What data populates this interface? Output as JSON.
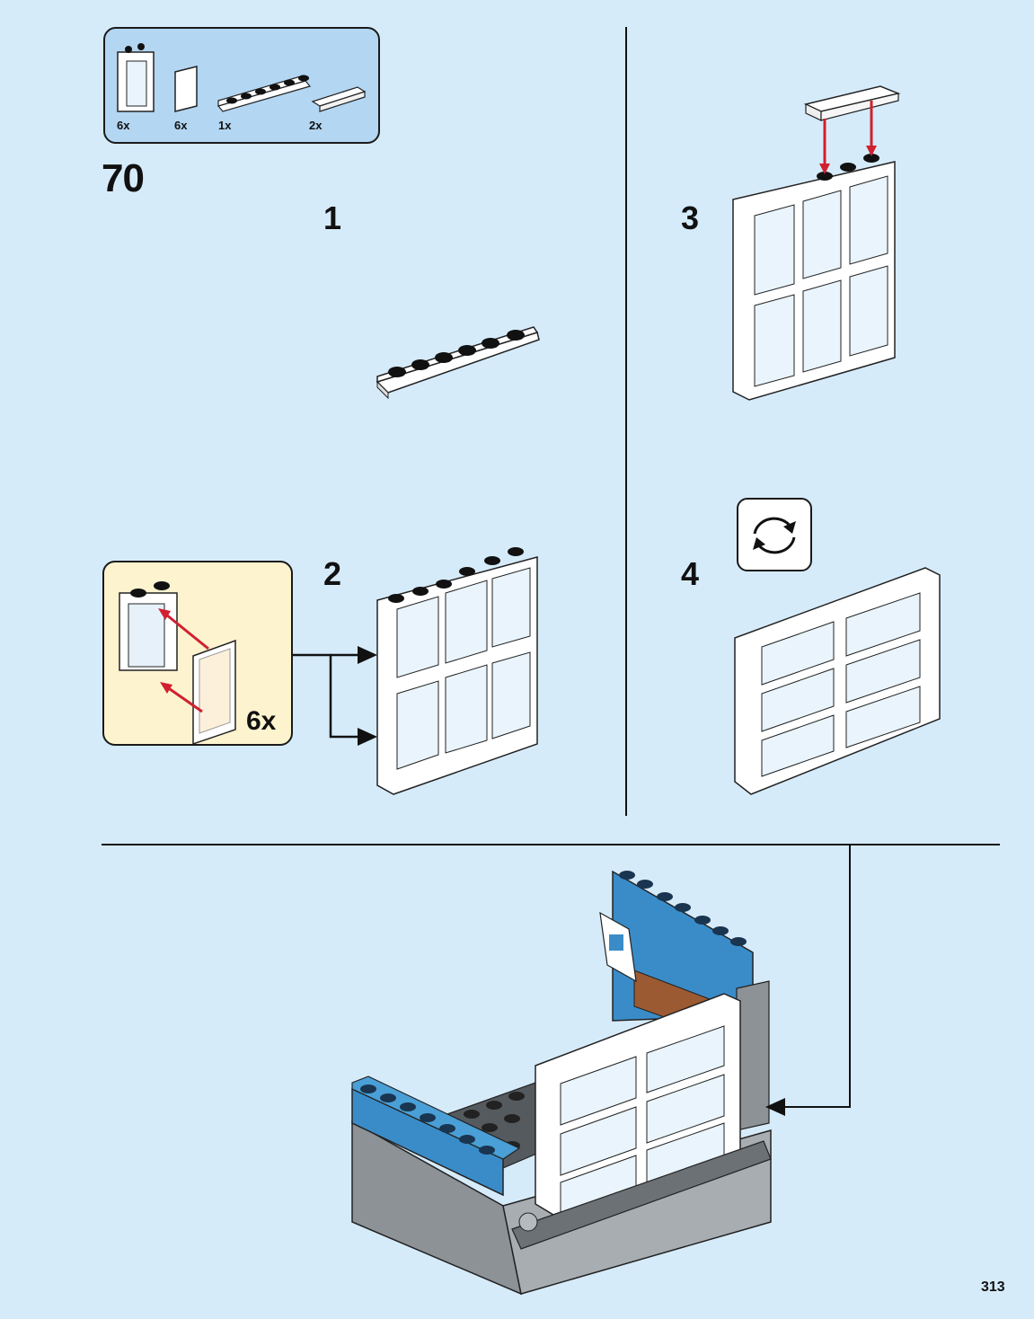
{
  "parts_list": {
    "quantities": [
      "6x",
      "6x",
      "1x",
      "2x"
    ],
    "parts": [
      "window-frame-1x2x3",
      "window-glass-1x2x3",
      "plate-1x6-white",
      "tile-1x4-white"
    ]
  },
  "step": {
    "number": "70"
  },
  "substeps": {
    "one": "1",
    "two": "2",
    "three": "3",
    "four": "4"
  },
  "sub_assembly": {
    "multiplier": "6x"
  },
  "icons": {
    "rotate": "rotate-arrows-icon"
  },
  "page": {
    "number": "313"
  },
  "colors": {
    "page_bg": "#d6ebfa",
    "parts_box_bg": "#b3d6f2",
    "sub_box_bg": "#fdf3cf",
    "arrow_red": "#d1202e",
    "brick_blue": "#3a8cc8",
    "plate_dark_gray": "#555a5e"
  }
}
